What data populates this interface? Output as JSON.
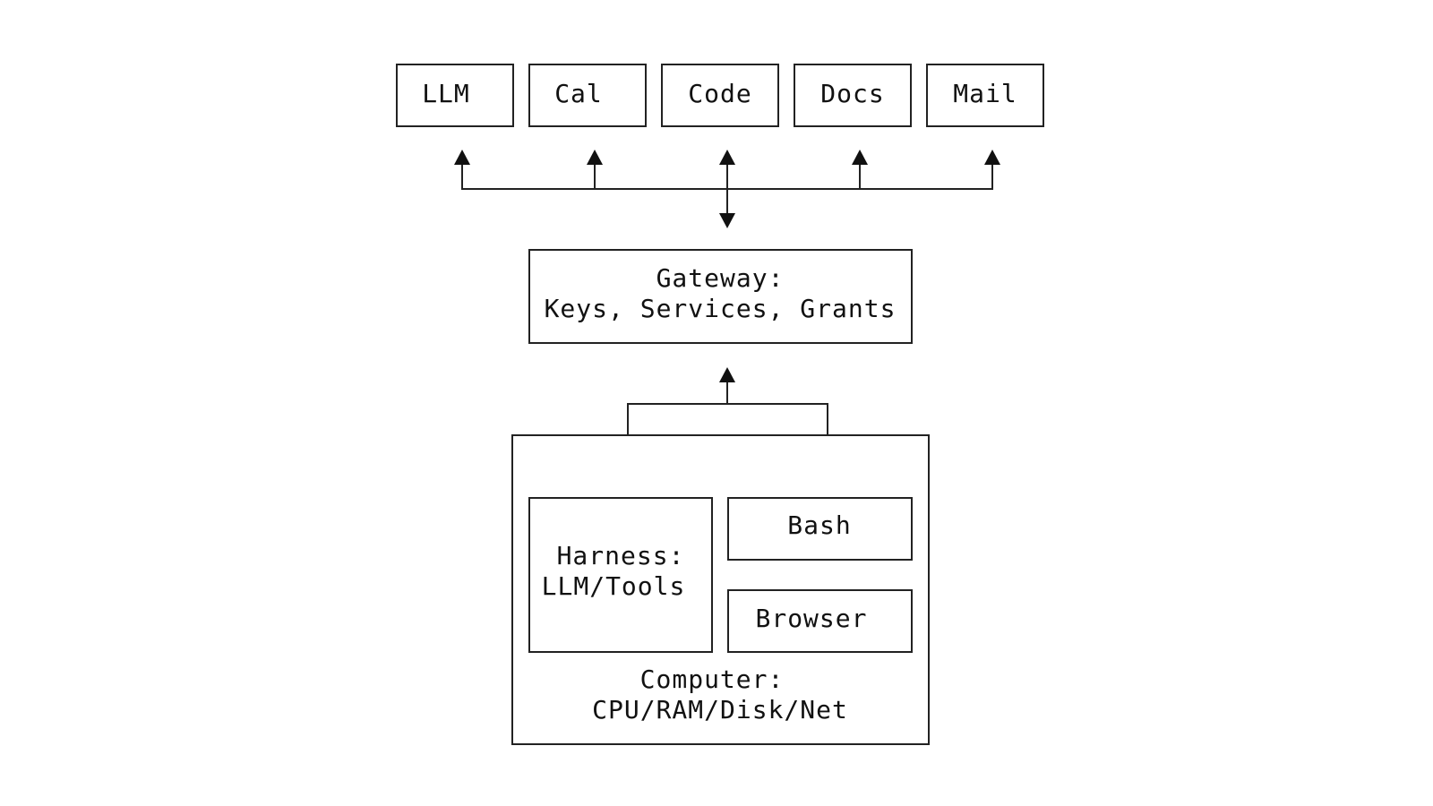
{
  "services": {
    "llm": "LLM",
    "cal": "Cal",
    "code": "Code",
    "docs": "Docs",
    "mail": "Mail"
  },
  "gateway": {
    "line1": "Gateway:",
    "line2": "Keys, Services, Grants"
  },
  "computer": {
    "harness_line1": "Harness:",
    "harness_line2": "LLM/Tools",
    "bash": "Bash",
    "browser": "Browser",
    "line1": "Computer:",
    "line2": "CPU/RAM/Disk/Net"
  }
}
